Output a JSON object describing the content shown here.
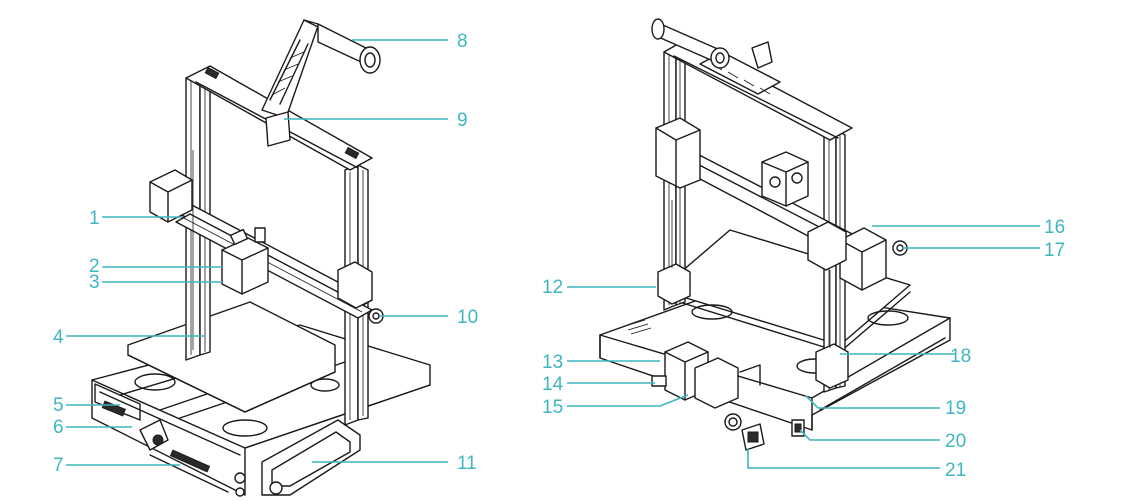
{
  "colors": {
    "callout": "#3fb6c2",
    "line_art": "#1a1a1a",
    "background": "#ffffff"
  },
  "callouts": [
    {
      "id": "1",
      "label": "1"
    },
    {
      "id": "2",
      "label": "2"
    },
    {
      "id": "3",
      "label": "3"
    },
    {
      "id": "4",
      "label": "4"
    },
    {
      "id": "5",
      "label": "5"
    },
    {
      "id": "6",
      "label": "6"
    },
    {
      "id": "7",
      "label": "7"
    },
    {
      "id": "8",
      "label": "8"
    },
    {
      "id": "9",
      "label": "9"
    },
    {
      "id": "10",
      "label": "10"
    },
    {
      "id": "11",
      "label": "11"
    },
    {
      "id": "12",
      "label": "12"
    },
    {
      "id": "13",
      "label": "13"
    },
    {
      "id": "14",
      "label": "14"
    },
    {
      "id": "15",
      "label": "15"
    },
    {
      "id": "16",
      "label": "16"
    },
    {
      "id": "17",
      "label": "17"
    },
    {
      "id": "18",
      "label": "18"
    },
    {
      "id": "19",
      "label": "19"
    },
    {
      "id": "20",
      "label": "20"
    },
    {
      "id": "21",
      "label": "21"
    }
  ]
}
